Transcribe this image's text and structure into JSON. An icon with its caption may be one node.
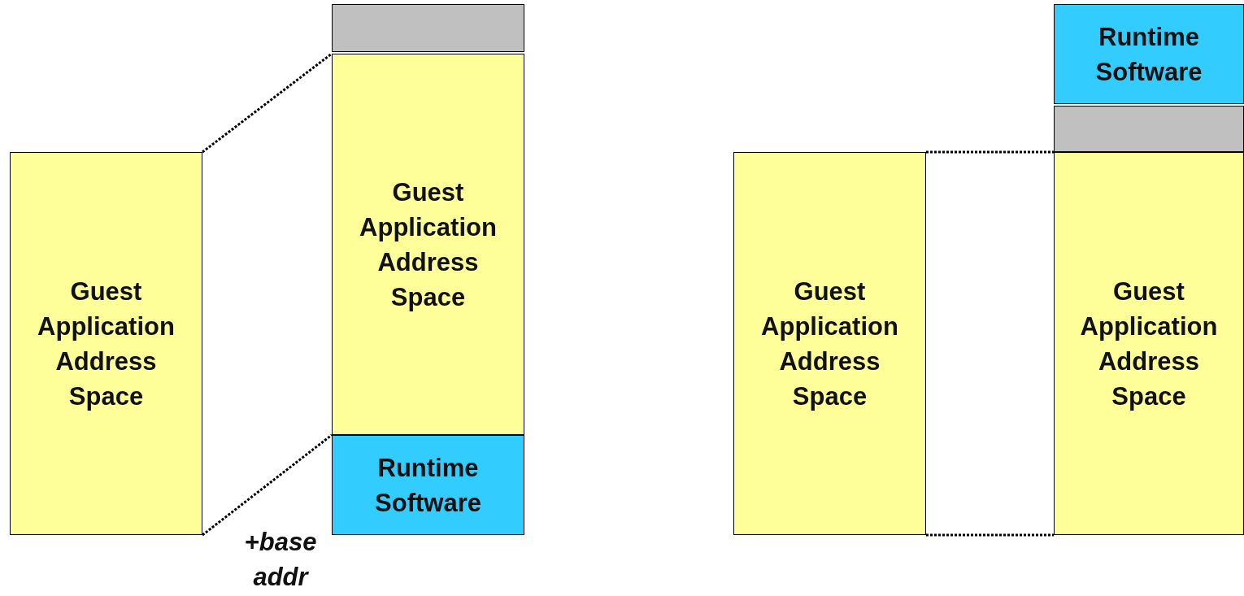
{
  "diagram": {
    "nodes": [
      {
        "text": [
          "Guest Application Address Space"
        ]
      },
      {
        "text": [],
        "shape": "box"
      },
      {
        "text": [
          "Guest Application Address Space"
        ]
      },
      {
        "text": [
          "Runtime Software"
        ]
      },
      {
        "text": [
          "Guest Application Address Space"
        ]
      },
      {
        "text": [
          "Runtime Software"
        ]
      },
      {
        "text": [],
        "shape": "box"
      },
      {
        "text": [
          "Guest Application Address Space"
        ]
      }
    ],
    "edges": [
      {
        "from": 0,
        "to": 2,
        "arrow": "none",
        "style": "dashed"
      },
      {
        "from": 0,
        "to": 3,
        "arrow": "none",
        "style": "dashed"
      },
      {
        "from": 4,
        "to": 7,
        "arrow": "none",
        "style": "dashed"
      },
      {
        "from": 4,
        "to": 7,
        "arrow": "none",
        "style": "dashed"
      }
    ],
    "labels": [
      "+base addr"
    ]
  }
}
